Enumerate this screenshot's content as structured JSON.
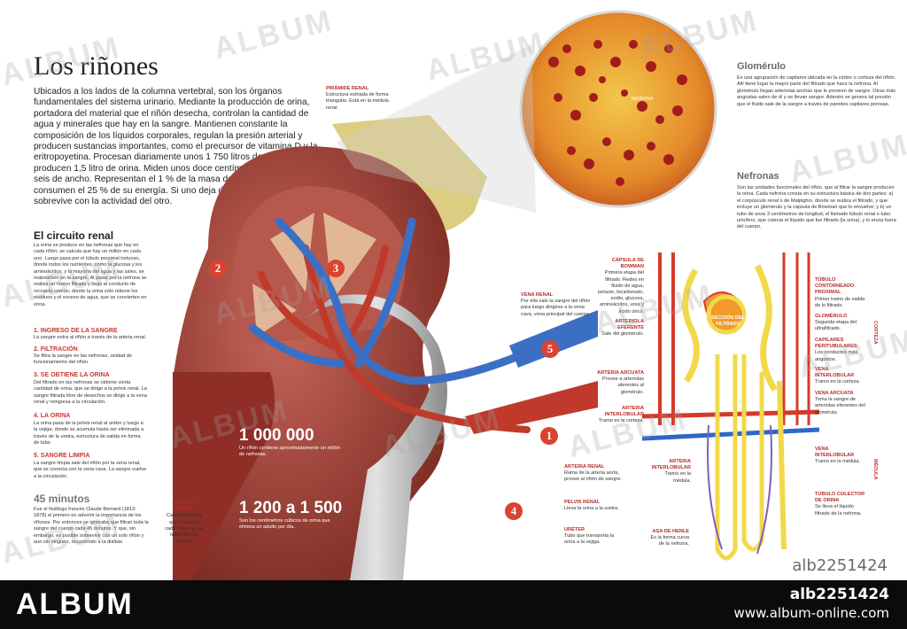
{
  "title": "Los riñones",
  "intro": "Ubicados a los lados de la columna vertebral, son los órganos fundamentales del sistema urinario. Mediante la producción de orina, portadora del material que el riñón desecha, controlan la cantidad de agua y minerales que hay en la sangre. Mantienen constante la composición de los líquidos corporales, regulan la presión arterial y producen sustancias importantes, como el precursor de vitamina D y la eritropoyetina. Procesan diariamente unos 1 750 litros de sangre y producen 1,5 litro de orina. Miden unos doce centímetros de alto por seis de ancho. Representan el 1 % de la masa del cuerpo, pero consumen el 25 % de su energía. Si uno deja de funcionar, el cuerpo sobrevive con la actividad del otro.",
  "circuito": {
    "heading": "El circuito renal",
    "text": "La orina se produce en las nefronas que hay en cada riñón; se calcula que hay un millón en cada uno. Luego pasa por el túbulo proximal tortuoso, donde todos los nutrientes, como la glucosa y los aminoácidos, y la mayoría del agua y las sales, se reabsorben en la sangre. Al pasar por la nefrona se realiza un nuevo filtrado y llega al conducto de recogida común, donde la orina sólo retiene los residuos y el exceso de agua, que se convierten en orina.",
    "steps": [
      {
        "title": "1. INGRESO DE LA SANGRE",
        "text": "La sangre entra al riñón a través de la arteria renal."
      },
      {
        "title": "2. FILTRACIÓN",
        "text": "Se filtra la sangre en las nefronas, unidad de funcionamiento del riñón."
      },
      {
        "title": "3. SE OBTIENE LA ORINA",
        "text": "Del filtrado en las nefronas se obtiene cierta cantidad de orina, que se dirige a la pelvis renal. La sangre filtrada libre de desechos se dirige a la vena renal y reingresa a la circulación."
      },
      {
        "title": "4. LA ORINA",
        "text": "La orina pasa de la pelvis renal al uréter y luego a la vejiga, donde se acumula hasta ser eliminada a través de la uretra, estructura de salida en forma de tubo."
      },
      {
        "title": "5. SANGRE LIMPIA",
        "text": "La sangre limpia sale del riñón por la vena renal, que se conecta con la vena cava. La sangre vuelve a la circulación."
      }
    ]
  },
  "minutos": {
    "heading": "45 minutos",
    "text": "Fue el fisiólogo francés Claude Bernard (1813-1878) el primero en advertir la importancia de los riñones. Por entonces se ignoraba que filtran toda la sangre del cuerpo cada 45 minutos. Y que, sin embargo, es posible sobrevivir con un solo riñón y aun sin ninguno, recurriendo a la diálisis."
  },
  "stats": {
    "n1": "1 000 000",
    "t1": "Un riñón contiene aproximadamente un millón de nefronas.",
    "n2": "1 200 a 1 500",
    "t2": "Son los centímetros cúbicos de orina que elimina un adulto por día."
  },
  "labels": {
    "piramide_t": "PIRÁMIDE RENAL",
    "piramide_d": "Estructura estriada de forma triangular. Está en la médula renal.",
    "vena_t": "VENA RENAL",
    "vena_d": "Por ella sale la sangre del riñón para luego dirigirse a la vena cava, vena principal del cuerpo.",
    "arteria_t": "ARTERIA RENAL",
    "arteria_d": "Rama de la arteria aorta, provee al riñón de sangre.",
    "pelvis_t": "PELVIS RENAL",
    "pelvis_d": "Lleva la orina a la uretra.",
    "ureter_t": "URÉTER",
    "ureter_d": "Tubo que transporta la orina a la vejiga.",
    "capsula_t": "CÁPSULA RENAL",
    "capsula_d": "Capa protectora que envuelve cada riñón. Es de tejido fibroso blanco."
  },
  "glomerulo": {
    "heading": "Glomérulo",
    "text": "Es una agrupación de capilares ubicada en la córtex o corteza del riñón. Allí tiene lugar la mayor parte del filtrado que hace la nefrona. Al glomérulo llegan arteriolas anchas que le proveen de sangre. Otras más angostas salen de él y se llevan sangre. Adentro se genera tal presión que el fluido sale de la sangre a través de paredes capilares porosas.",
    "nefrona_label": "NEFRONA"
  },
  "nefronas": {
    "heading": "Nefronas",
    "text": "Son las unidades funcionales del riñón, que al filtrar la sangre producen la orina. Cada nefrona consta en su estructura básica de dos partes: a) el corpúsculo renal o de Malpighio, donde se realiza el filtrado, y que incluye un glomérulo y la cápsula de Bowman que lo envuelve; y b) un tubo de unos 3 centímetros de longitud, el llamado túbulo renal o tubo urinífero, que colecta el líquido que fue filtrado (la orina), y lo envía fuera del cuerpo."
  },
  "nephron_labels": {
    "bowman_t": "CÁPSULA DE BOWMAN",
    "bowman_d": "Primera etapa del filtrado. Redes en fluido de agua, potasio, bicarbonato, sodio, glucosa, aminoácidos, urea y ácido úrico.",
    "eferente_t": "ARTERIOLA EFERENTE",
    "eferente_d": "Sale del glomérulo.",
    "arcuata_t": "ARTERIA ARCUATA",
    "arcuata_d": "Provee a arteriolas aferentes al glomérulo.",
    "interlob_t": "ARTERIA INTERLOBULAR",
    "interlob_d": "Tramo en la corteza.",
    "interlob2_t": "ARTERIA INTERLOBULAR",
    "interlob2_d": "Tramo en la médula.",
    "asa_t": "ASA DE HENLE",
    "asa_d": "Es la forma curva de la nefrona.",
    "seccion": "SECCIÓN DEL FILTRADO",
    "tubulo_t": "TÚBULO CONTORNEADO PROXIMAL",
    "tubulo_d": "Primer tramo de salida de lo filtrado.",
    "glom_t": "GLOMÉRULO",
    "glom_d": "Segunda etapa del ultrafiltrado.",
    "capilares_t": "CAPILARES PERITUBULARES",
    "capilares_d": "Los conductos más angostos.",
    "venaint_t": "VENA INTERLOBULAR",
    "venaint_d": "Tramo en la corteza.",
    "venaarc_t": "VENA ARCUATA",
    "venaarc_d": "Toma la sangre de arteriolas eferentes del glomérulo.",
    "venaint2_t": "VENA INTERLOBULAR",
    "venaint2_d": "Tramo en la médula.",
    "colector_t": "TÚBULO COLECTOR DE ORINA",
    "colector_d": "Se lleva el líquido filtrado de la nefrona.",
    "corteza": "CORTEZA",
    "medula": "MÉDULA"
  },
  "footer": {
    "logo": "ALBUM",
    "code": "alb2251424",
    "url": "www.album-online.com"
  },
  "watermark": {
    "text": "ALBUM",
    "code": "alb2251424"
  },
  "colors": {
    "accent_red": "#c8362f",
    "artery": "#d9432f",
    "vein": "#3b6fc4",
    "tubule": "#f2d94a",
    "kidney": "#a8433a"
  }
}
